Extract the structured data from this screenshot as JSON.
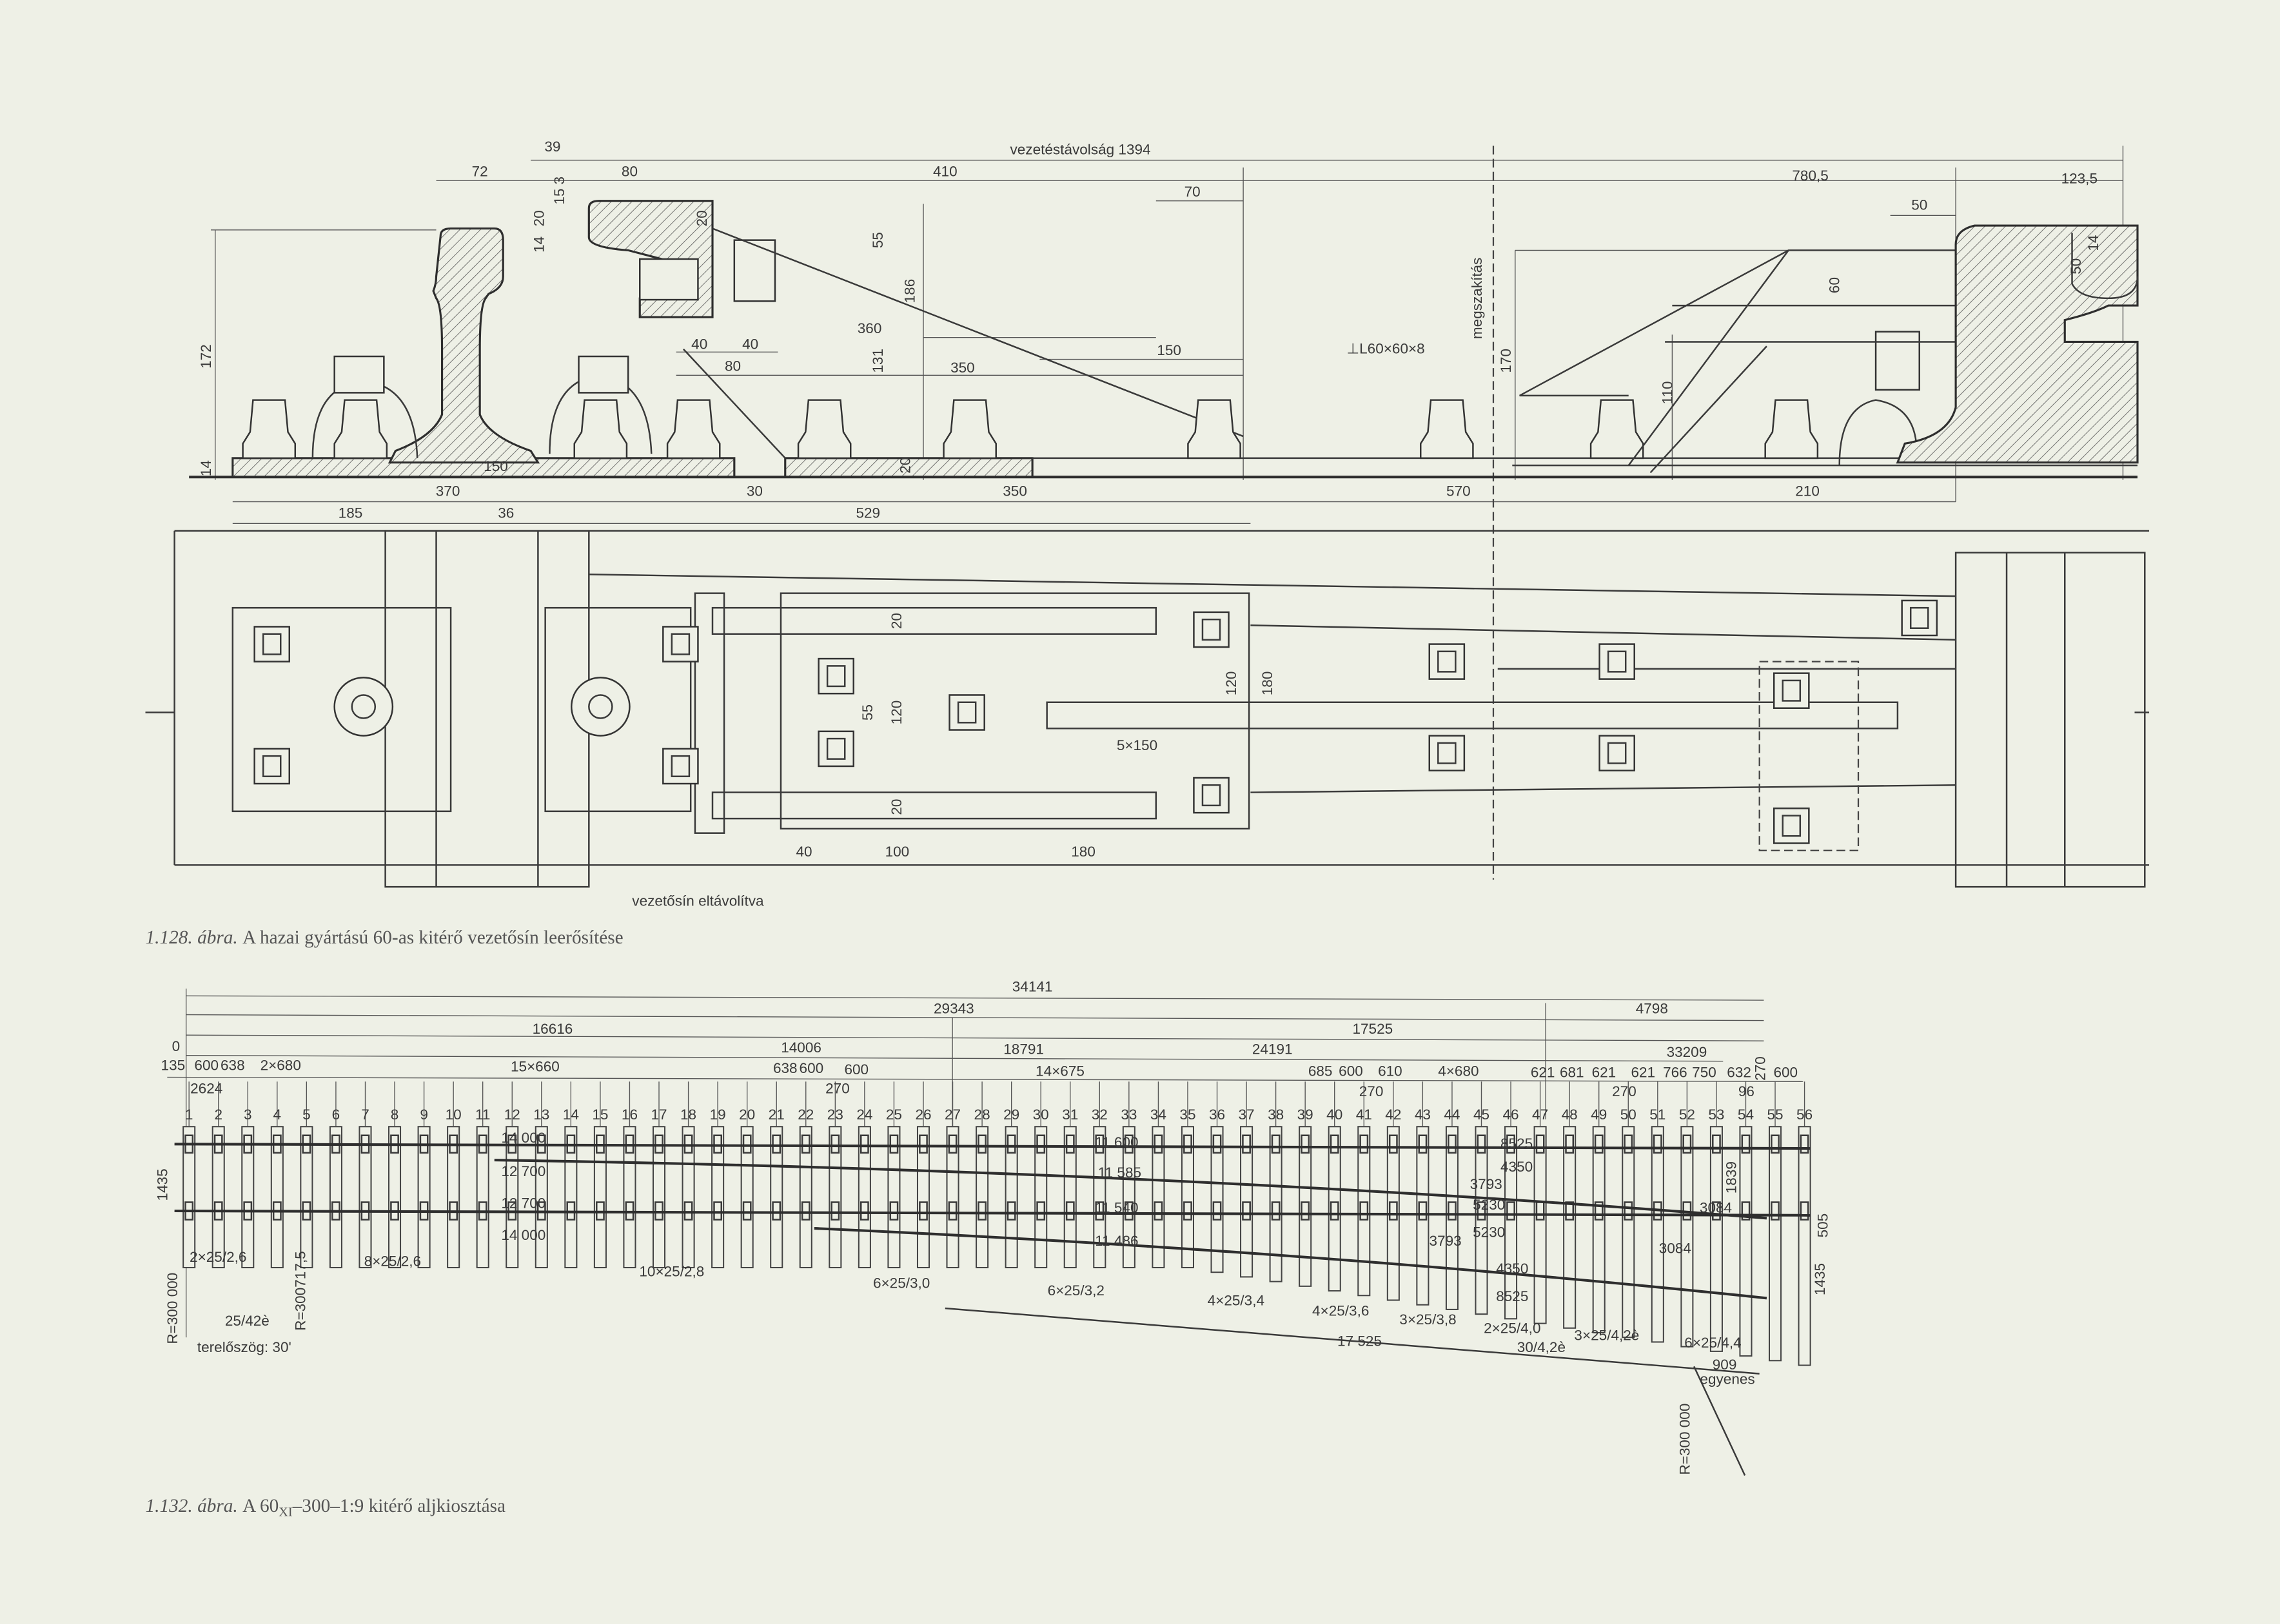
{
  "fig128": {
    "caption_number": "1.128. ábra.",
    "caption_text": "A hazai gyártású 60-as kitérő vezetősín leerősítése",
    "side": [
      "vezetéstávolság 1394",
      "39",
      "72",
      "80",
      "410",
      "70",
      "780,5",
      "123,5",
      "50",
      "20",
      "15",
      "3",
      "14",
      "172",
      "14",
      "55",
      "186",
      "131",
      "20",
      "170",
      "110",
      "60",
      "50",
      "14",
      "360",
      "40",
      "40",
      "80",
      "350",
      "150",
      "20",
      "⊥L60×60×8",
      "megszakítás",
      "150",
      "370",
      "30",
      "350",
      "570",
      "210",
      "185",
      "36",
      "529"
    ],
    "plan": [
      "20",
      "55",
      "120",
      "20",
      "120",
      "180",
      "5×150",
      "40",
      "100",
      "180",
      "vezetősín eltávolítva"
    ]
  },
  "fig132": {
    "caption_number": "1.132. ábra.",
    "caption_prefix": "A 60",
    "caption_sub": "XI",
    "caption_rest": "–300–1:9 kitérő aljkiosztása",
    "dims": [
      "34141",
      "29343",
      "4798",
      "16616",
      "17525",
      "0",
      "14006",
      "18791",
      "24191",
      "33209",
      "135",
      "600",
      "638",
      "2×680",
      "15×660",
      "638",
      "600",
      "600",
      "14×675",
      "685",
      "600",
      "610",
      "4×680",
      "621",
      "681",
      "621",
      "621",
      "766",
      "750",
      "632",
      "270",
      "600",
      "2624",
      "270",
      "270",
      "270",
      "96"
    ],
    "tie_numbers": [
      "1",
      "2",
      "3",
      "4",
      "5",
      "6",
      "7",
      "8",
      "9",
      "10",
      "11",
      "12",
      "13",
      "14",
      "15",
      "16",
      "17",
      "18",
      "19",
      "20",
      "21",
      "22",
      "23",
      "24",
      "25",
      "26",
      "27",
      "28",
      "29",
      "30",
      "31",
      "32",
      "33",
      "34",
      "35",
      "36",
      "37",
      "38",
      "39",
      "40",
      "41",
      "42",
      "43",
      "44",
      "45",
      "46",
      "47",
      "48",
      "49",
      "50",
      "51",
      "52",
      "53",
      "54",
      "55",
      "56"
    ],
    "annotations": [
      "14 000",
      "12 700",
      "12 700",
      "14 000",
      "11 600",
      "11 585",
      "11 540",
      "11 486",
      "8525",
      "4350",
      "5230",
      "5230",
      "4350",
      "8525",
      "3084",
      "3084",
      "3793",
      "3793",
      "1435",
      "1435",
      "505",
      "1839",
      "2×25/2,6",
      "8×25/2,6",
      "10×25/2,8",
      "6×25/3,0",
      "6×25/3,2",
      "4×25/3,4",
      "4×25/3,6",
      "3×25/3,8",
      "2×25/4,0",
      "30/4,2è",
      "3×25/4,2è",
      "6×25/4,4",
      "R=300 000",
      "25/42è",
      "R=300717,5",
      "terelőszög: 30'",
      "17 525",
      "R=300 000",
      "909",
      "egyenes"
    ]
  }
}
